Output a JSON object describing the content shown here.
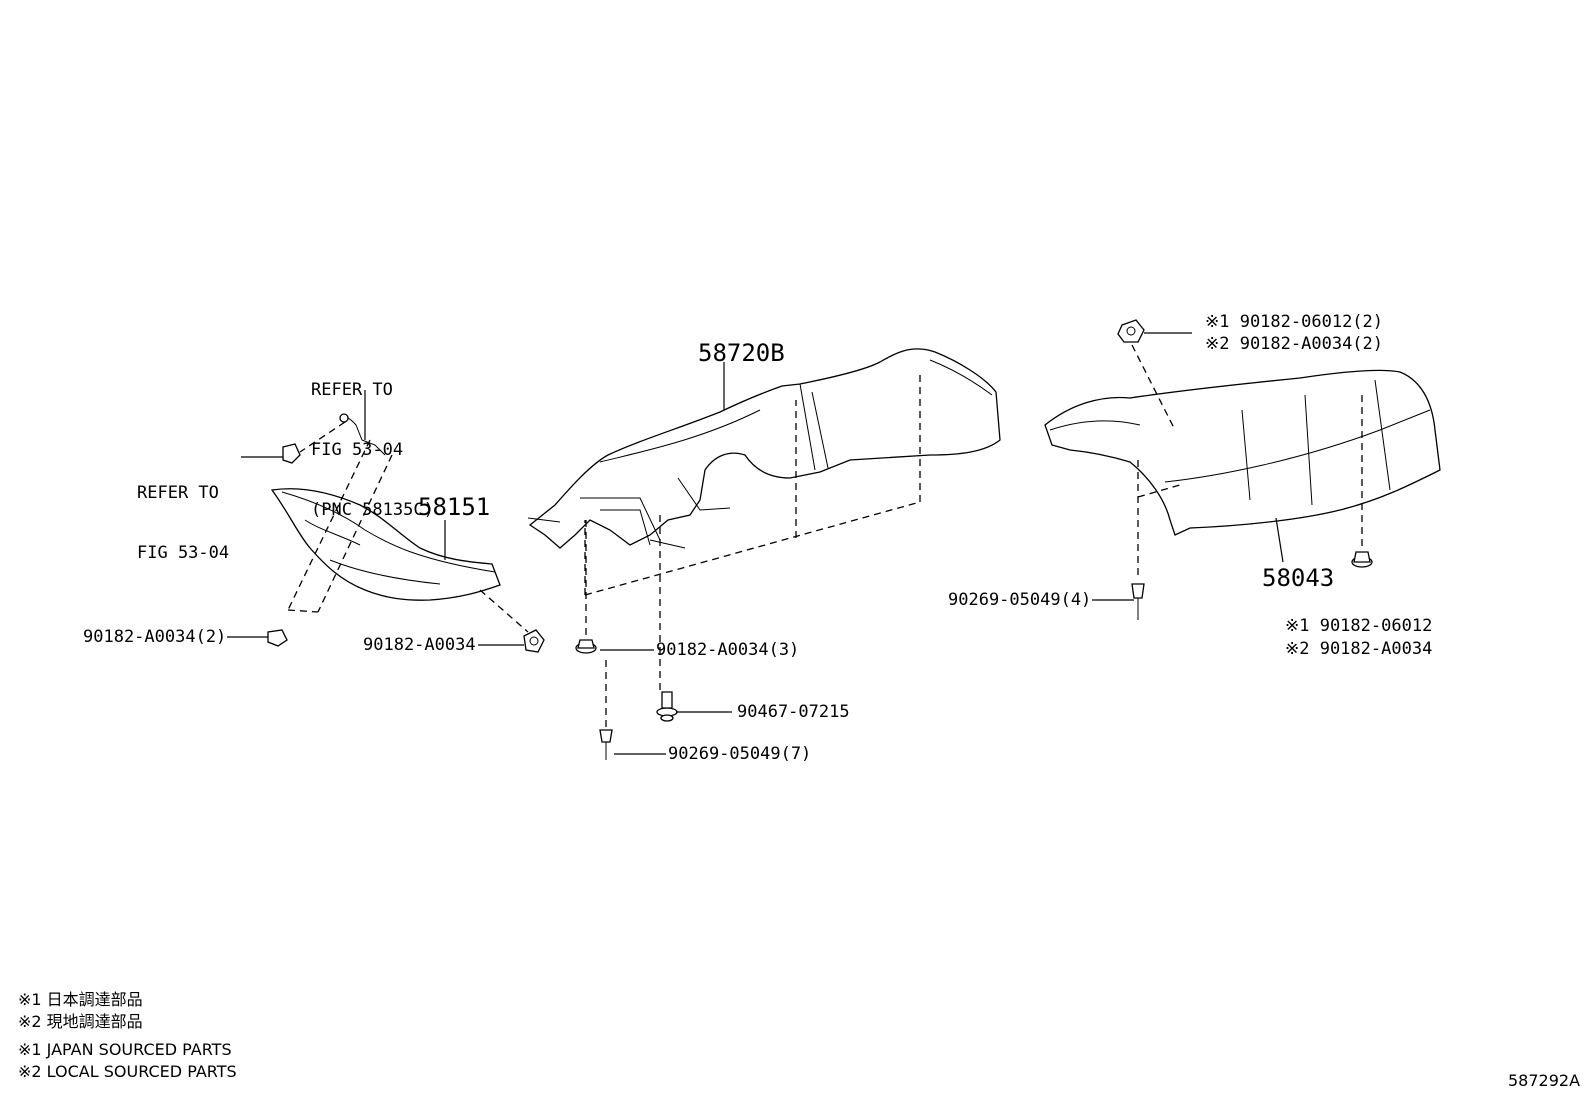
{
  "refs": {
    "refer_1": [
      "REFER TO",
      "FIG 53-04",
      "(PNC 58135C)"
    ],
    "refer_2": [
      "REFER TO",
      "FIG 53-04"
    ]
  },
  "parts": {
    "p58720b": "58720B",
    "p58151": "58151",
    "p58043": "58043"
  },
  "callouts": {
    "c1": "90182-A0034(2)",
    "c2": "90182-A0034",
    "c3": "90182-A0034(3)",
    "c4": "90467-07215",
    "c5": "90269-05049(7)",
    "c6": "90269-05049(4)",
    "c7a": "※1 90182-06012(2)",
    "c7b": "※2 90182-A0034(2)",
    "c8a": "※1 90182-06012",
    "c8b": "※2 90182-A0034"
  },
  "footnotes": [
    "※1 日本調達部品",
    "※2 現地調達部品",
    "※1 JAPAN SOURCED PARTS",
    "※2 LOCAL SOURCED PARTS"
  ],
  "diagram_id": "587292A"
}
